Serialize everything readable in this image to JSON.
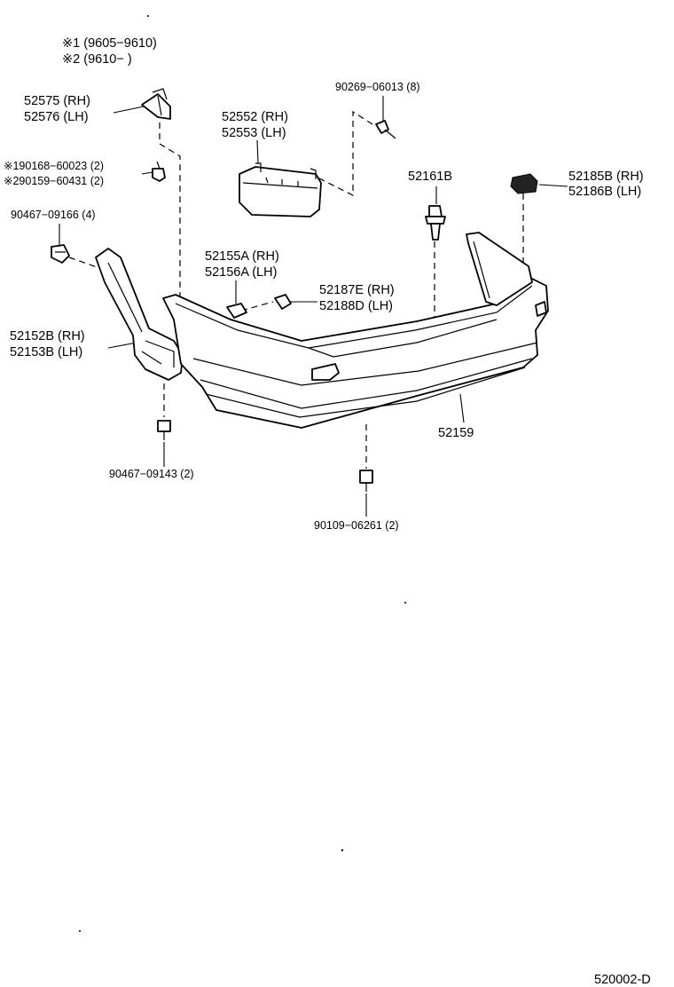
{
  "notes": {
    "note1": "※1  (9605−9610)",
    "note2": "※2  (9610−       )"
  },
  "labels": {
    "p52575": "52575 (RH)",
    "p52576": "52576 (LH)",
    "p52552": "52552 (RH)",
    "p52553": "52553 (LH)",
    "p90269": "90269−06013 (8)",
    "p90168": "※190168−60023 (2)",
    "p90159": "※290159−60431 (2)",
    "p90467_09166": "90467−09166 (4)",
    "p52161b": "52161B",
    "p52185b": "52185B (RH)",
    "p52186b": "52186B (LH)",
    "p52155a": "52155A (RH)",
    "p52156a": "52156A (LH)",
    "p52187e": "52187E (RH)",
    "p52188d": "52188D (LH)",
    "p52152b": "52152B (RH)",
    "p52153b": "52153B (LH)",
    "p52159": "52159",
    "p90467_09143": "90467−09143 (2)",
    "p90109": "90109−06261 (2)",
    "diagram_code": "520002-D"
  }
}
